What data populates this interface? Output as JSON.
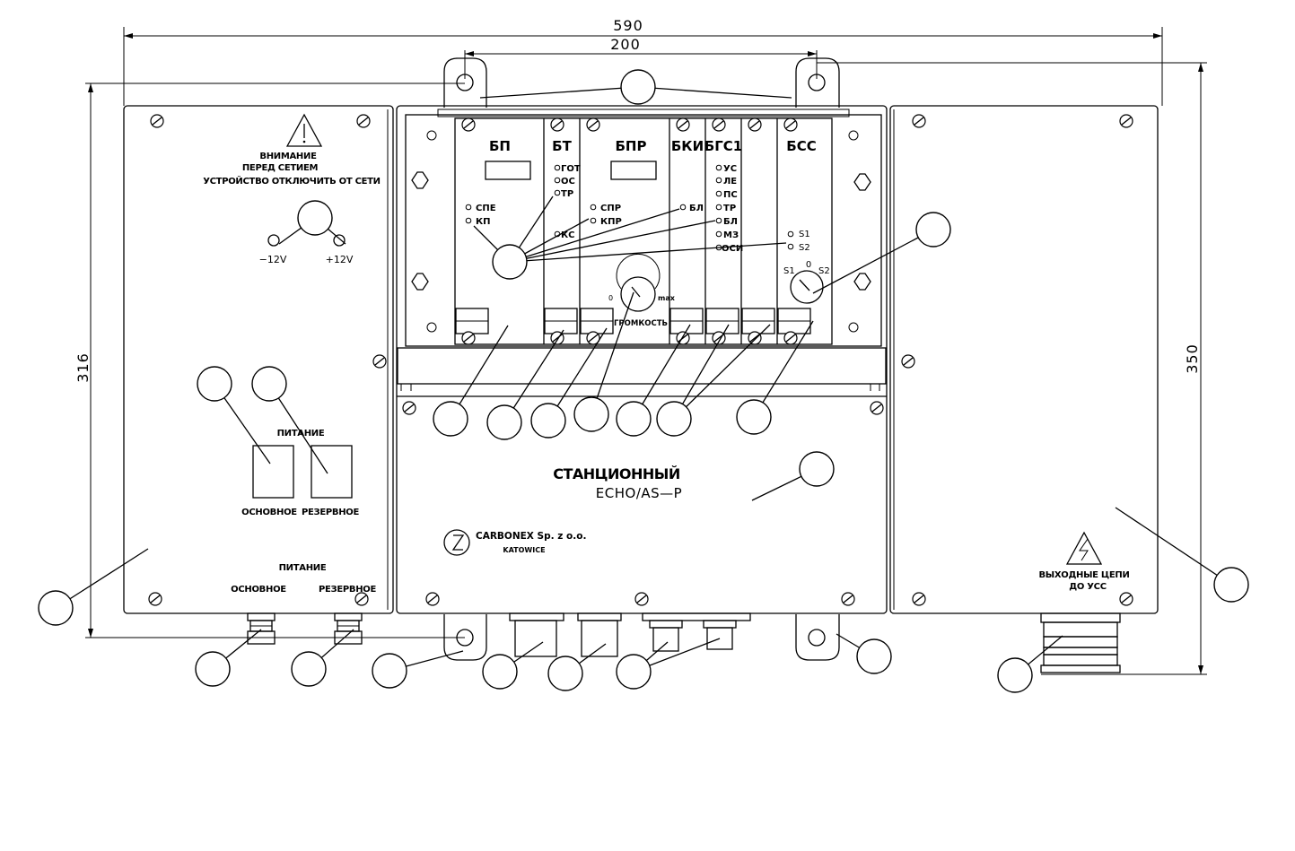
{
  "dimensions": {
    "overall_width": "590",
    "mount_spacing": "200",
    "left_height": "316",
    "right_height": "350"
  },
  "left_panel": {
    "warning_title": "ВНИМАНИЕ",
    "warning_line2": "ПЕРЕД СЕТИЕМ",
    "warning_line3": "УСТРОЙСТВО ОТКЛЮЧИТЬ ОТ СЕТИ",
    "minus_12v": "−12V",
    "plus_12v": "+12V",
    "power_title": "ПИТАНИЕ",
    "main_label": "ОСНОВНОЕ",
    "reserve_label": "РЕЗЕРВНОЕ",
    "power_title_bottom": "ПИТАНИЕ",
    "main_label_bottom": "ОСНОВНОЕ",
    "reserve_label_bottom": "РЕЗЕРВНОЕ"
  },
  "modules": {
    "bp": {
      "title": "БП",
      "ind1": "СПЕ",
      "ind2": "КП"
    },
    "bt": {
      "title": "БТ",
      "ind1": "ГОТ",
      "ind2": "ОС",
      "ind3": "ТР",
      "ind4": "КС"
    },
    "bpr": {
      "title": "БПР",
      "ind1": "СПР",
      "ind2": "КПР",
      "knob_min": "0",
      "knob_max": "max",
      "knob_label": "ГРОМКОСТЬ"
    },
    "bki": {
      "title": "БКИ",
      "ind1": "БЛ"
    },
    "bgs1": {
      "title": "БГС1",
      "ind1": "УС",
      "ind2": "ЛЕ",
      "ind3": "ПС",
      "ind4": "ТР",
      "ind5": "БЛ",
      "ind6": "МЗ",
      "ind7": "ОСИ"
    },
    "bss": {
      "title": "БСС",
      "ind1": "S1",
      "ind2": "S2",
      "sw_s1": "S1",
      "sw_0": "0",
      "sw_s2": "S2"
    }
  },
  "center_panel": {
    "title": "СТАНЦИОННЫЙ",
    "model": "ECHO/AS—P",
    "maker": "CARBONEX Sp. z o.o.",
    "city": "KATOWICE"
  },
  "right_panel": {
    "output_line1": "ВЫХОДНЫЕ ЦЕПИ",
    "output_line2": "ДО УСС"
  },
  "colors": {
    "line": "#000000",
    "background": "#ffffff"
  }
}
